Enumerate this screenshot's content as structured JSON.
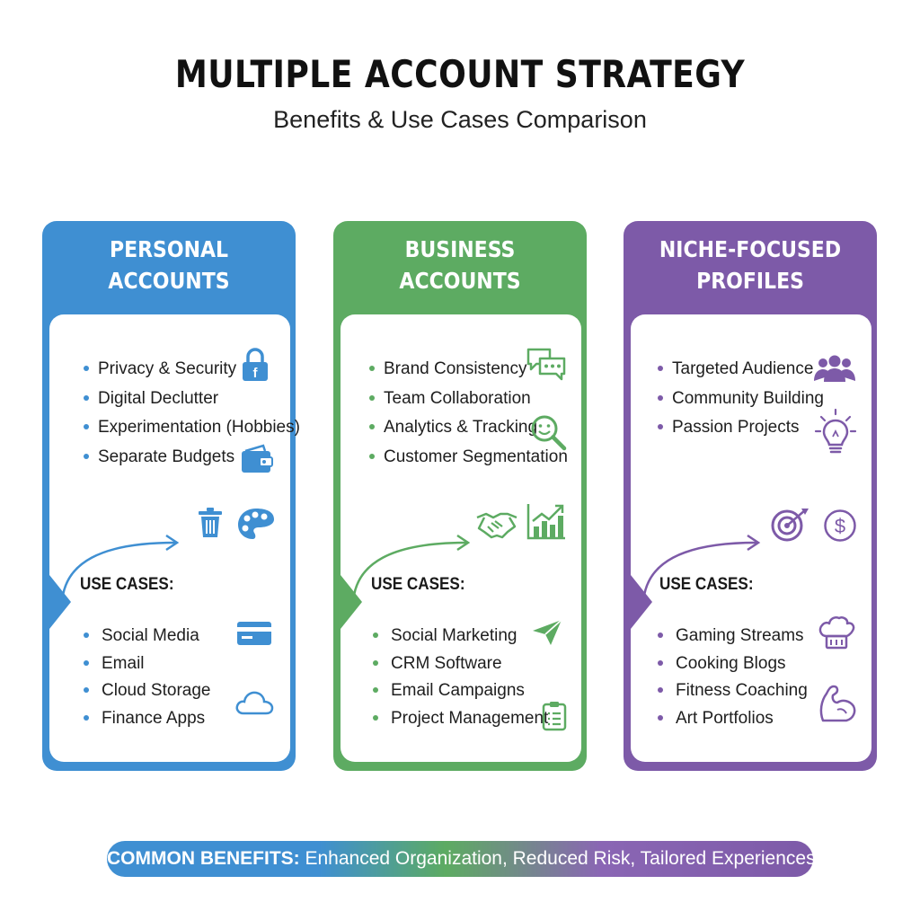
{
  "header": {
    "title": "MULTIPLE ACCOUNT STRATEGY",
    "subtitle": "Benefits & Use Cases Comparison"
  },
  "colors": {
    "personal": "#3f8fd2",
    "business": "#5dab62",
    "niche": "#7d5aa8"
  },
  "cards": [
    {
      "title_line1": "PERSONAL",
      "title_line2": "ACCOUNTS",
      "benefits": [
        "Privacy & Security",
        "Digital Declutter",
        "Experimentation (Hobbies)",
        "Separate Budgets"
      ],
      "use_cases_label": "USE CASES:",
      "use_cases": [
        "Social Media",
        "Email",
        "Cloud Storage",
        "Finance Apps"
      ],
      "icons": [
        "lock-icon",
        "wallet-icon",
        "trash-icon",
        "palette-icon",
        "credit-card-icon",
        "cloud-icon"
      ]
    },
    {
      "title_line1": "BUSINESS",
      "title_line2": "ACCOUNTS",
      "benefits": [
        "Brand Consistency",
        "Team Collaboration",
        "Analytics & Tracking",
        "Customer Segmentation"
      ],
      "use_cases_label": "USE CASES:",
      "use_cases": [
        "Social Marketing",
        "CRM Software",
        "Email Campaigns",
        "Project Management"
      ],
      "icons": [
        "chat-bubbles-icon",
        "magnifier-smile-icon",
        "handshake-icon",
        "growth-chart-icon",
        "paper-plane-icon",
        "clipboard-icon"
      ]
    },
    {
      "title_line1": "NICHE-FOCUSED",
      "title_line2": "PROFILES",
      "benefits": [
        "Targeted Audience",
        "Community Building",
        "Passion Projects"
      ],
      "use_cases_label": "USE CASES:",
      "use_cases": [
        "Gaming Streams",
        "Cooking Blogs",
        "Fitness Coaching",
        "Art Portfolios"
      ],
      "icons": [
        "group-icon",
        "lightbulb-icon",
        "target-icon",
        "dollar-icon",
        "chef-hat-icon",
        "muscle-icon"
      ]
    }
  ],
  "footer": {
    "label": "COMMON BENEFITS:",
    "text": " Enhanced Organization, Reduced Risk, Tailored Experiences"
  }
}
